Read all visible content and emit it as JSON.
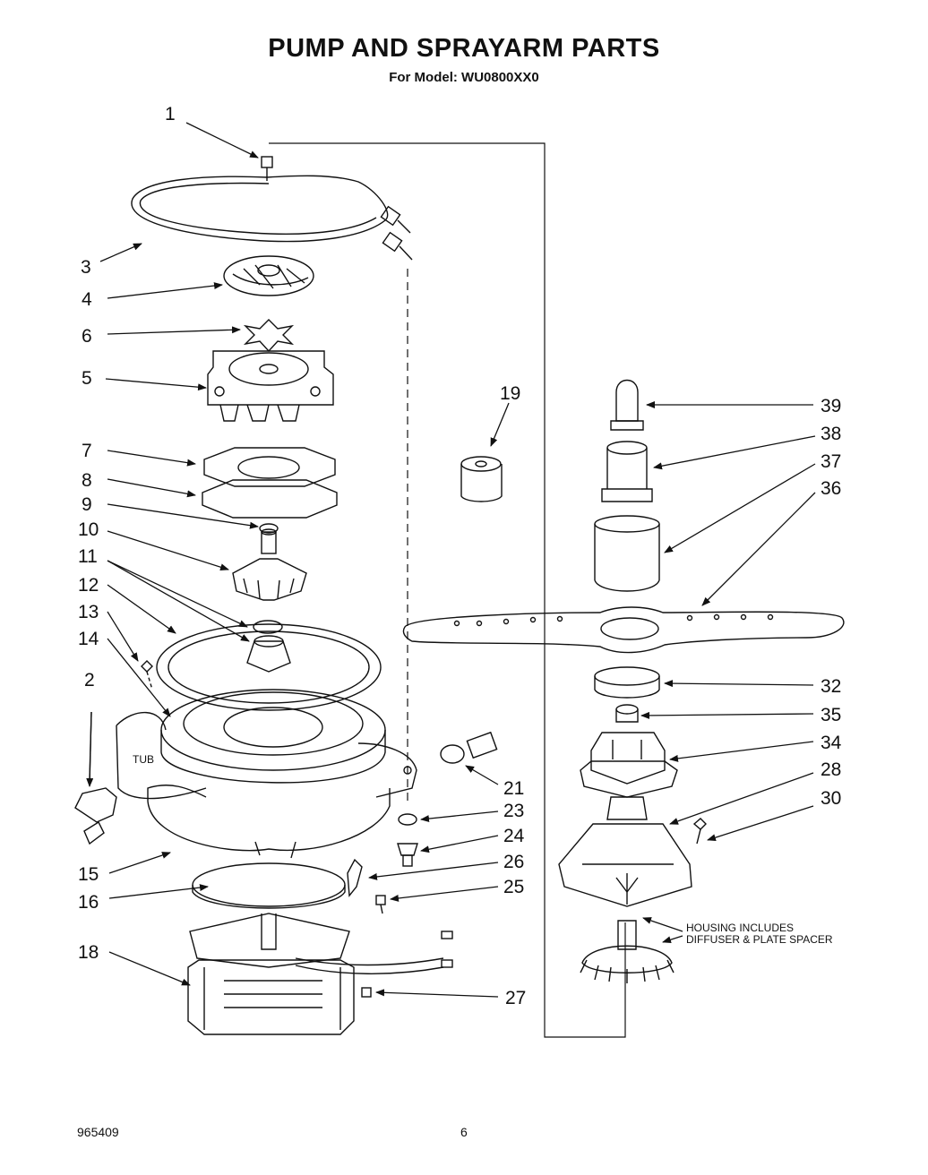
{
  "title": "PUMP AND SPRAYARM PARTS",
  "subtitle": "For Model: WU0800XX0",
  "labels": {
    "p1": "1",
    "p2": "2",
    "p3": "3",
    "p4": "4",
    "p5": "5",
    "p6": "6",
    "p7": "7",
    "p8": "8",
    "p9": "9",
    "p10": "10",
    "p11": "11",
    "p12": "12",
    "p13": "13",
    "p14": "14",
    "p15": "15",
    "p16": "16",
    "p18": "18",
    "p19": "19",
    "p21": "21",
    "p23": "23",
    "p24": "24",
    "p25": "25",
    "p26": "26",
    "p27": "27",
    "p28": "28",
    "p30": "30",
    "p32": "32",
    "p34": "34",
    "p35": "35",
    "p36": "36",
    "p37": "37",
    "p38": "38",
    "p39": "39"
  },
  "tub_label": "TUB",
  "housing_note_line1": "HOUSING INCLUDES",
  "housing_note_line2": "DIFFUSER & PLATE SPACER",
  "footer": {
    "doc_number": "965409",
    "page_number": "6"
  }
}
